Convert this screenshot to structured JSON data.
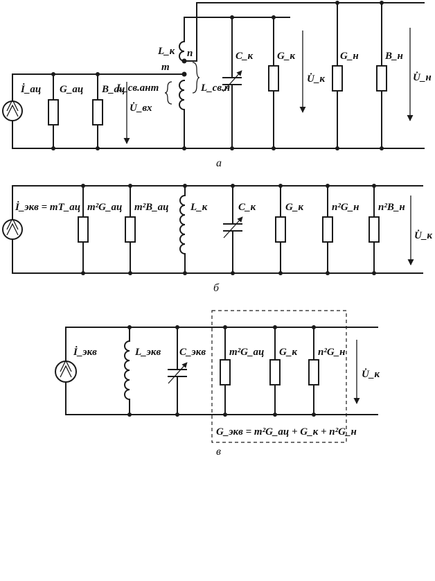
{
  "circuit_a": {
    "caption": "а",
    "source": "İ_ац",
    "g_src": "G_ац",
    "b_src": "B_ац",
    "u_in": "U̇_вх",
    "l_coil": "L_к",
    "tap_m": "m",
    "tap_n": "n",
    "l_ant": "L_св.ант",
    "l_load": "L_св.н",
    "c_cap": "C_к",
    "g_coil": "G_к",
    "u_coil": "U̇_к",
    "g_load": "G_н",
    "b_load": "B_н",
    "u_load": "U̇_н"
  },
  "circuit_b": {
    "caption": "б",
    "source": "İ_экв = mT_ац",
    "g_src": "m²G_ац",
    "b_src": "m²B_ац",
    "l_coil": "L_к",
    "c_cap": "C_к",
    "g_coil": "G_к",
    "g_load": "n²G_н",
    "b_load": "n²B_н",
    "u_coil": "U̇_к"
  },
  "circuit_c": {
    "caption": "в",
    "source": "İ_экв",
    "l_eq": "L_экв",
    "c_eq": "C_экв",
    "g_src": "m²G_ац",
    "g_coil": "G_к",
    "g_load": "n²G_н",
    "u_coil": "U̇_к",
    "g_eq_formula": "G_экв = m²G_ац + G_к + n²G_н"
  }
}
